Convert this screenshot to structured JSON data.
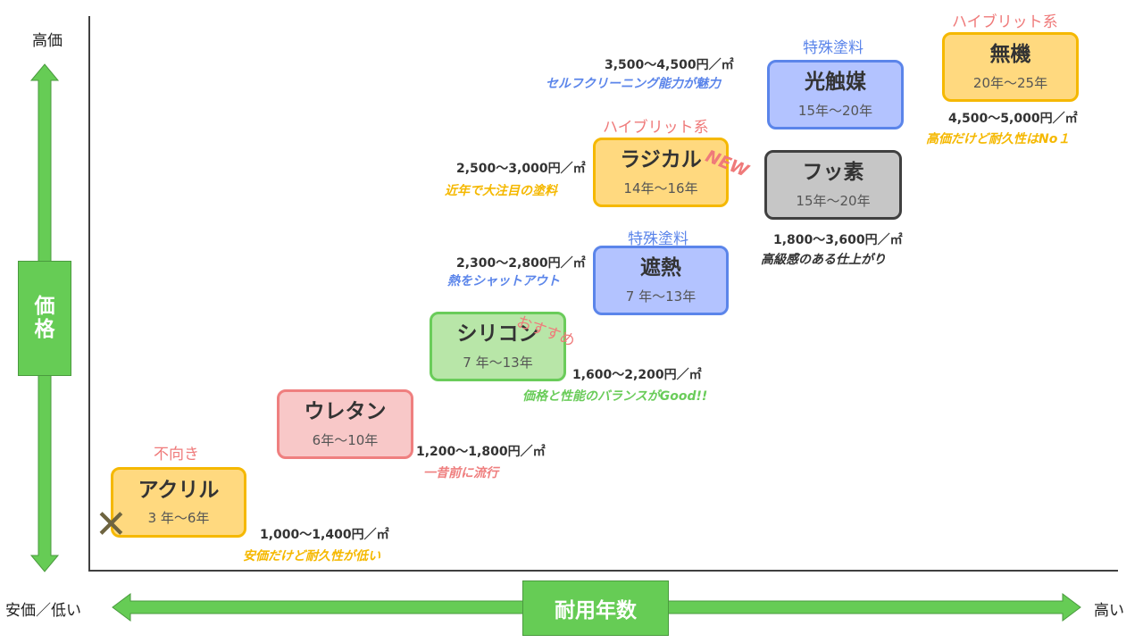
{
  "axes": {
    "y_top": "高価",
    "y_title": "価\n格",
    "x_left": "安価／低い",
    "x_title": "耐用年数",
    "x_right": "高い"
  },
  "colors": {
    "arrow_green": "#66cc55",
    "orange_box": "#ffd97f",
    "orange_border": "#f5b800",
    "red_box": "#f8c8c8",
    "red_border": "#ef7f7f",
    "green_box": "#b8e6a8",
    "green_border": "#6acc5a",
    "blue_box": "#b3c3ff",
    "blue_border": "#5b85ea",
    "gray_box": "#c6c6c6",
    "gray_border": "#404040"
  },
  "paints": {
    "acrylic": {
      "name": "アクリル",
      "years": "3 年～6年",
      "price": "1,000～1,400円／㎡",
      "note": "安価だけど耐久性が低い",
      "tag": "不向き",
      "mark": "✕"
    },
    "urethane": {
      "name": "ウレタン",
      "years": "6年～10年",
      "price": "1,200～1,800円／㎡",
      "note": "一昔前に流行"
    },
    "silicone": {
      "name": "シリコン",
      "years": "7 年～13年",
      "price": "1,600～2,200円／㎡",
      "note": "価格と性能のバランスがGood!!",
      "tag": "おすすめ"
    },
    "heat": {
      "name": "遮熱",
      "years": "7 年～13年",
      "price": "2,300～2,800円／㎡",
      "note": "熱をシャットアウト",
      "tag": "特殊塗料"
    },
    "radical": {
      "name": "ラジカル",
      "years": "14年～16年",
      "price": "2,500～3,000円／㎡",
      "note": "近年で大注目の塗料",
      "tag": "ハイブリット系",
      "badge": "NEW"
    },
    "photo": {
      "name": "光触媒",
      "years": "15年～20年",
      "price": "3,500～4,500円／㎡",
      "note": "セルフクリーニング能力が魅力",
      "tag": "特殊塗料"
    },
    "fluorine": {
      "name": "フッ素",
      "years": "15年～20年",
      "price": "1,800～3,600円／㎡",
      "note": "高級感のある仕上がり"
    },
    "inorganic": {
      "name": "無機",
      "years": "20年～25年",
      "price": "4,500～5,000円／㎡",
      "note": "高価だけど耐久性はNo１",
      "tag": "ハイブリット系"
    }
  }
}
